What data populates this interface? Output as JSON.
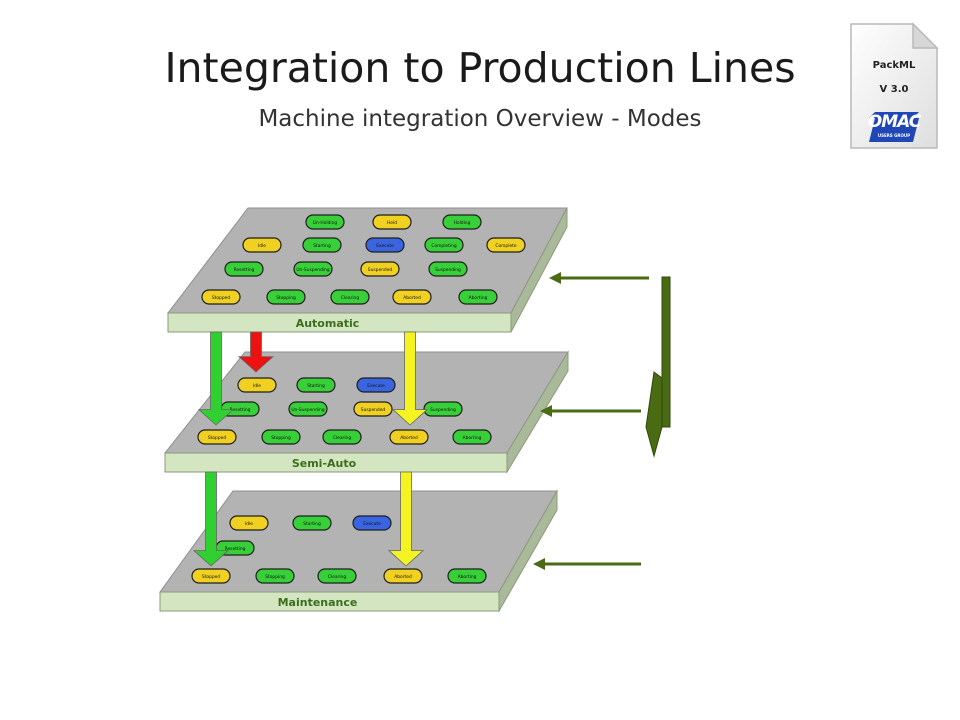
{
  "title": "Integration to Production Lines",
  "subtitle": "Machine integration Overview - Modes",
  "badge": {
    "line1": "PackML",
    "line2": "V 3.0",
    "logo": "OMAC",
    "logo_sub": "USERS GROUP"
  },
  "colors": {
    "plate_top": "#b3b3b3",
    "plate_side": "#d4e6c1",
    "state_green": "#38d038",
    "state_yellow": "#f0d020",
    "state_blue": "#3a64e0",
    "arrow_dark": "#4a6a14",
    "arrow_red": "#ee1111",
    "arrow_green": "#2fd02f",
    "arrow_yellow": "#f4f422"
  },
  "layers": [
    {
      "label": "Automatic",
      "states": [
        {
          "label": "Un-Holding",
          "color": "green"
        },
        {
          "label": "Held",
          "color": "yellow"
        },
        {
          "label": "Holding",
          "color": "green"
        },
        {
          "label": "Idle",
          "color": "yellow"
        },
        {
          "label": "Starting",
          "color": "green"
        },
        {
          "label": "Execute",
          "color": "blue"
        },
        {
          "label": "Completing",
          "color": "green"
        },
        {
          "label": "Complete",
          "color": "yellow"
        },
        {
          "label": "Resetting",
          "color": "green"
        },
        {
          "label": "Un-Suspending",
          "color": "green"
        },
        {
          "label": "Suspended",
          "color": "yellow"
        },
        {
          "label": "Suspending",
          "color": "green"
        },
        {
          "label": "Stopped",
          "color": "yellow"
        },
        {
          "label": "Stopping",
          "color": "green"
        },
        {
          "label": "Clearing",
          "color": "green"
        },
        {
          "label": "Aborted",
          "color": "yellow"
        },
        {
          "label": "Aborting",
          "color": "green"
        }
      ]
    },
    {
      "label": "Semi-Auto",
      "states": [
        {
          "label": "Idle",
          "color": "yellow"
        },
        {
          "label": "Starting",
          "color": "green"
        },
        {
          "label": "Execute",
          "color": "blue"
        },
        {
          "label": "Resetting",
          "color": "green"
        },
        {
          "label": "Un-Suspending",
          "color": "green"
        },
        {
          "label": "Suspended",
          "color": "yellow"
        },
        {
          "label": "Suspending",
          "color": "green"
        },
        {
          "label": "Stopped",
          "color": "yellow"
        },
        {
          "label": "Stopping",
          "color": "green"
        },
        {
          "label": "Clearing",
          "color": "green"
        },
        {
          "label": "Aborted",
          "color": "yellow"
        },
        {
          "label": "Aborting",
          "color": "green"
        }
      ]
    },
    {
      "label": "Maintenance",
      "states": [
        {
          "label": "Idle",
          "color": "yellow"
        },
        {
          "label": "Starting",
          "color": "green"
        },
        {
          "label": "Execute",
          "color": "blue"
        },
        {
          "label": "Resetting",
          "color": "green"
        },
        {
          "label": "Stopped",
          "color": "yellow"
        },
        {
          "label": "Stopping",
          "color": "green"
        },
        {
          "label": "Clearing",
          "color": "green"
        },
        {
          "label": "Aborted",
          "color": "yellow"
        },
        {
          "label": "Aborting",
          "color": "green"
        }
      ]
    }
  ]
}
